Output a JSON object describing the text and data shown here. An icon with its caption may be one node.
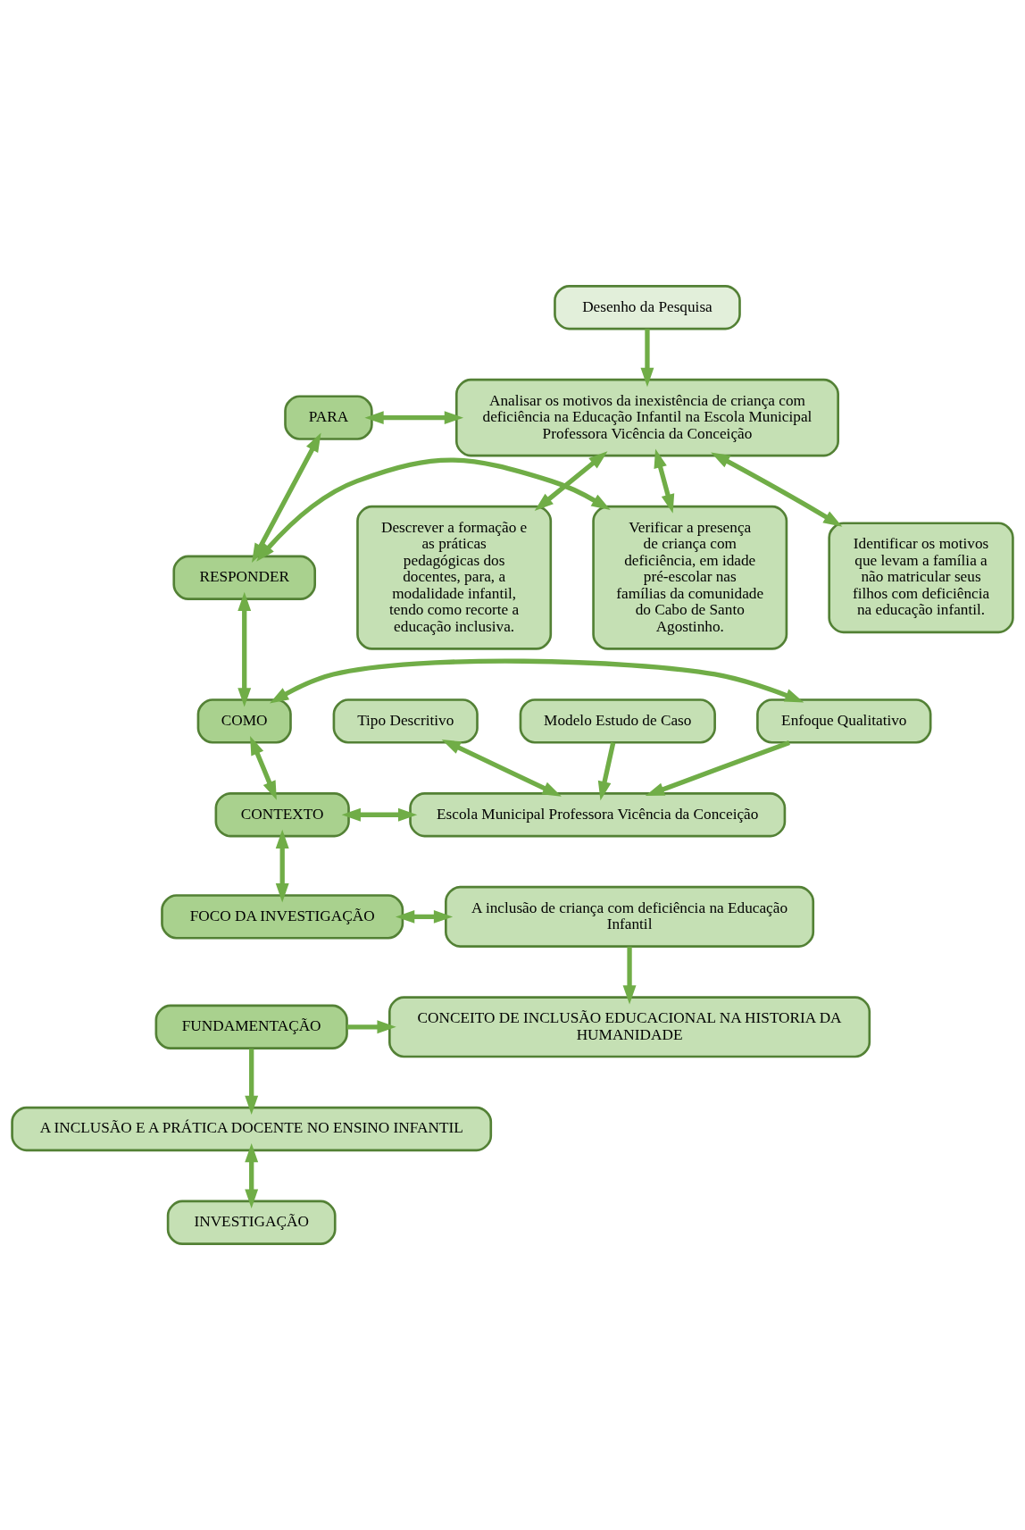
{
  "diagram": {
    "nodes": [
      {
        "text": [
          "Desenho da Pesquisa"
        ]
      },
      {
        "text": [
          "PARA"
        ]
      },
      {
        "text": [
          "Analisar os motivos da inexistência de criança com deficiência na Educação Infantil na Escola Municipal Professora Vicência da Conceição"
        ]
      },
      {
        "text": [
          "RESPONDER"
        ]
      },
      {
        "text": [
          "Verificar a presença de criança com deficiência, em idade pré-escolar nas famílias da comunidade do Cabo de Santo Agostinho."
        ]
      },
      {
        "text": [
          "Identificar os motivos que levam a família a não matricular seus filhos com deficiência na educação infantil."
        ]
      },
      {
        "text": [
          "Descrever a formação e as práticas pedagógicas dos docentes, para, a modalidade infantil, tendo como recorte a educação inclusiva."
        ]
      },
      {
        "text": [
          "COMO"
        ]
      },
      {
        "text": [
          "Enfoque Qualitativo"
        ]
      },
      {
        "text": [
          "Tipo Descritivo"
        ]
      },
      {
        "text": [
          "Modelo Estudo de Caso"
        ]
      },
      {
        "text": [
          "CONTEXTO"
        ]
      },
      {
        "text": [
          "Escola Municipal Professora Vicência da Conceição"
        ]
      },
      {
        "text": [
          "FOCO DA INVESTIGAÇÃO"
        ]
      },
      {
        "text": [
          "A inclusão de criança com deficiência na Educação Infantil"
        ]
      },
      {
        "text": [
          "FUNDAMENTAÇÃO"
        ]
      },
      {
        "text": [
          "CONCEITO DE INCLUSÃO EDUCACIONAL NA HISTORIA DA HUMANIDADE"
        ]
      },
      {
        "text": [
          "A INCLUSÃO E A PRÁTICA DOCENTE NO ENSINO INFANTIL"
        ]
      },
      {
        "text": [
          "INVESTIGAÇÃO"
        ]
      }
    ],
    "edges": [
      {
        "from": 0,
        "to": 2,
        "arrow": "to"
      },
      {
        "from": 1,
        "to": 2,
        "arrow": "both"
      },
      {
        "from": 1,
        "to": 3,
        "arrow": "both"
      },
      {
        "from": 3,
        "to": 4,
        "arrow": "both"
      },
      {
        "from": 2,
        "to": 4,
        "arrow": "both"
      },
      {
        "from": 2,
        "to": 5,
        "arrow": "both"
      },
      {
        "from": 2,
        "to": 6,
        "arrow": "both"
      },
      {
        "from": 3,
        "to": 7,
        "arrow": "both"
      },
      {
        "from": 7,
        "to": 8,
        "arrow": "both"
      },
      {
        "from": 8,
        "to": 12,
        "arrow": "to"
      },
      {
        "from": 9,
        "to": 12,
        "arrow": "both"
      },
      {
        "from": 10,
        "to": 12,
        "arrow": "to"
      },
      {
        "from": 7,
        "to": 11,
        "arrow": "both"
      },
      {
        "from": 11,
        "to": 12,
        "arrow": "both"
      },
      {
        "from": 11,
        "to": 13,
        "arrow": "both"
      },
      {
        "from": 13,
        "to": 14,
        "arrow": "both"
      },
      {
        "from": 14,
        "to": 16,
        "arrow": "to"
      },
      {
        "from": 15,
        "to": 16,
        "arrow": "to"
      },
      {
        "from": 15,
        "to": 17,
        "arrow": "to"
      },
      {
        "from": 17,
        "to": 18,
        "arrow": "both"
      }
    ]
  }
}
